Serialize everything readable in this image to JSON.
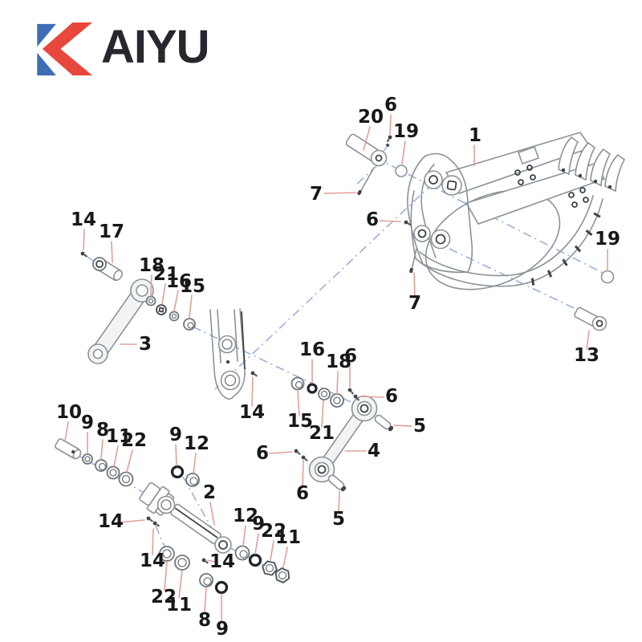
{
  "logo": {
    "brand": "KAIYU",
    "wordmark_suffix": "AIYU",
    "k_mark_blue": "#3e6db5",
    "k_mark_red": "#e8473b",
    "wordmark_color": "#26282d"
  },
  "diagram": {
    "subject": "excavator bucket and linkage exploded parts drawing",
    "colors": {
      "outline": "#8b9298",
      "detail": "#3f4449",
      "leader_line": "#e2a097",
      "axis_line": "#8ea6d8",
      "label": "#17181a",
      "background": "#ffffff"
    },
    "figures": [
      "bucket",
      "dipper-arm-end",
      "link-3",
      "link-4",
      "tilt-cylinder",
      "pin-20",
      "pin-17",
      "pin-13",
      "pin-10",
      "pin-7",
      "pin-5",
      "plug-19",
      "washers-and-bushings",
      "bolts"
    ],
    "callouts": [
      {
        "part": "20"
      },
      {
        "part": "6"
      },
      {
        "part": "19"
      },
      {
        "part": "1"
      },
      {
        "part": "7"
      },
      {
        "part": "14"
      },
      {
        "part": "17"
      },
      {
        "part": "6"
      },
      {
        "part": "19"
      },
      {
        "part": "7"
      },
      {
        "part": "18"
      },
      {
        "part": "21"
      },
      {
        "part": "16"
      },
      {
        "part": "15"
      },
      {
        "part": "3"
      },
      {
        "part": "13"
      },
      {
        "part": "16"
      },
      {
        "part": "18"
      },
      {
        "part": "6"
      },
      {
        "part": "6"
      },
      {
        "part": "14"
      },
      {
        "part": "15"
      },
      {
        "part": "21"
      },
      {
        "part": "5"
      },
      {
        "part": "4"
      },
      {
        "part": "10"
      },
      {
        "part": "9"
      },
      {
        "part": "8"
      },
      {
        "part": "11"
      },
      {
        "part": "22"
      },
      {
        "part": "9"
      },
      {
        "part": "12"
      },
      {
        "part": "2"
      },
      {
        "part": "6"
      },
      {
        "part": "6"
      },
      {
        "part": "5"
      },
      {
        "part": "12"
      },
      {
        "part": "9"
      },
      {
        "part": "22"
      },
      {
        "part": "11"
      },
      {
        "part": "14"
      },
      {
        "part": "14"
      },
      {
        "part": "14"
      },
      {
        "part": "22"
      },
      {
        "part": "11"
      },
      {
        "part": "8"
      },
      {
        "part": "9"
      }
    ]
  }
}
